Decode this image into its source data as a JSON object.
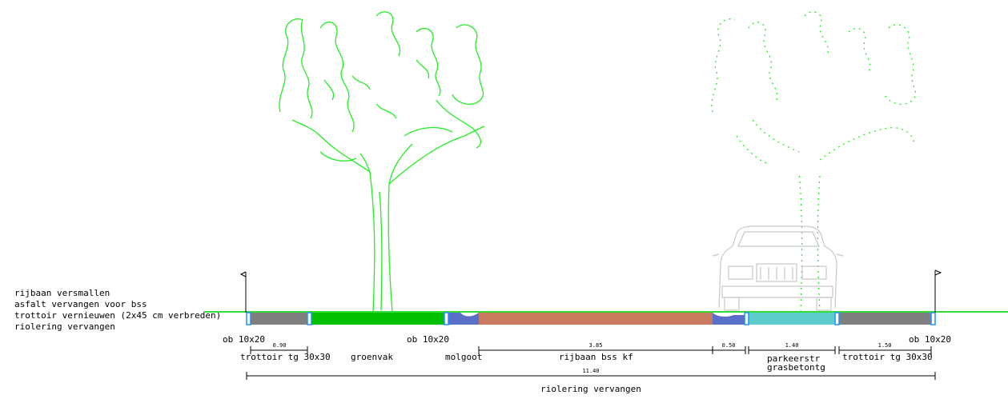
{
  "notes": [
    "rijbaan versmallen",
    "asfalt vervangen voor bss",
    "trottoir vernieuwen (2x45 cm verbreden)",
    "riolering vervangen"
  ],
  "labels": {
    "ob_left": "ob 10x20",
    "trottoir_left": "trottoir tg 30x30",
    "groenvak": "groenvak",
    "ob_mid": "ob 10x20",
    "molgoot": "molgoot",
    "rijbaan": "rijbaan bss kf",
    "parkeer_line1": "parkeerstr",
    "parkeer_line2": "grasbetontg",
    "trottoir_right": "trottoir tg 30x30",
    "ob_right": "ob 10x20",
    "riolering": "riolering vervangen"
  },
  "dimensions": {
    "trottoir_left": "0.90",
    "rijbaan": "3.85",
    "goot_right": "0.50",
    "parkeer": "1.40",
    "trottoir_right": "1.50",
    "total": "11.40"
  },
  "colors": {
    "ground_line": "#33dd33",
    "trottoir": "#7f7f7f",
    "groenvak": "#00c000",
    "goot": "#5a6fc9",
    "rijbaan": "#c97a5f",
    "parkeer": "#5fcccc",
    "curb": "#1e90ff",
    "tree": "#22ee22",
    "car": "#c8c8c8"
  }
}
